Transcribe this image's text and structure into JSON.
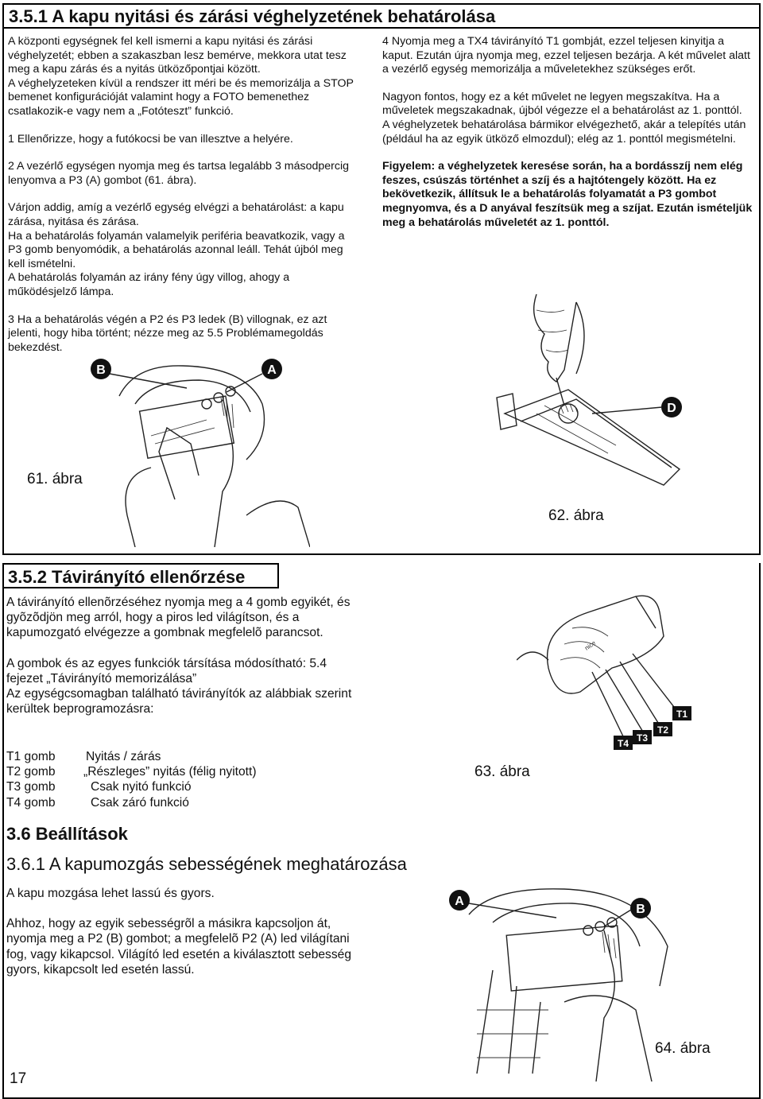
{
  "s351": {
    "title": "3.5.1 A kapu nyitási és zárási véghelyzetének behatárolása",
    "left": [
      "A központi egységnek fel kell ismerni a kapu nyitási és zárási véghelyzetét; ebben a szakaszban lesz bemérve, mekkora utat tesz meg a kapu zárás és a nyitás ütközőpontjai között.",
      "A véghelyzeteken kívül a rendszer itt méri be és memorizálja a STOP bemenet konfigurációját valamint hogy a FOTO bemenethez csatlakozik-e vagy nem a „Fotóteszt” funkció.",
      "1 Ellenőrizze, hogy a futókocsi be van illesztve a helyére.",
      "2 A vezérlő egységen nyomja meg és tartsa legalább 3 másodpercig lenyomva a P3 (A) gombot (61. ábra).",
      "Várjon addig, amíg a vezérlő egység elvégzi a behatárolást: a kapu zárása, nyitása és zárása.",
      "Ha a behatárolás folyamán valamelyik periféria beavatkozik, vagy a P3 gomb benyomódik, a behatárolás azonnal leáll. Tehát újból meg kell ismételni.",
      "A behatárolás folyamán az irány fény úgy villog, ahogy a működésjelző lámpa.",
      "3 Ha a behatárolás végén a P2 és P3 ledek (B) villognak, ez azt jelenti, hogy hiba történt; nézze meg az 5.5 Problémamegoldás bekezdést."
    ],
    "right": [
      "4 Nyomja meg a TX4 távirányító T1 gombját, ezzel teljesen kinyitja a kaput. Ezután újra nyomja meg, ezzel teljesen bezárja. A két művelet alatt a vezérlő egység memorizálja a műveletekhez szükséges erőt.",
      "Nagyon fontos, hogy ez a két művelet ne legyen megszakítva. Ha a műveletek megszakadnak, újból végezze el a behatárolást az 1. ponttól.",
      "A véghelyzetek behatárolása bármikor elvégezhető, akár a telepítés után (például ha az egyik ütköző elmozdul); elég az 1. ponttól megismételni.",
      "Figyelem: a véghelyzetek keresése során, ha a bordásszíj nem elég feszes, csúszás történhet a szíj és a hajtótengely között. Ha ez bekövetkezik, állítsuk le a behatárolás folyamatát a P3 gombot megnyomva, és a D anyával feszítsük meg a szíjat. Ezután ismételjük meg a behatárolás műveletét az 1. ponttól."
    ],
    "fig61": "61. ábra",
    "fig62": "62. ábra",
    "labels": {
      "b": "B",
      "a": "A",
      "d": "D"
    }
  },
  "s352": {
    "title": "3.5.2 Távirányító ellenőrzése",
    "p1": "A távirányító ellenõrzéséhez nyomja meg a 4 gomb egyikét, és gyõzõdjön meg arról, hogy a piros led világítson, és a kapumozgató elvégezze a gombnak megfelelõ parancsot.",
    "p2": "A gombok és az egyes funkciók társítása módosítható: 5.4 fejezet „Távirányító memorizálása”",
    "p3": "Az egységcsomagban található távirányítók az alábbiak szerint kerültek beprogramozásra:",
    "table": [
      {
        "key": "T1 gomb",
        "val": "Nyitás / zárás"
      },
      {
        "key": "T2 gomb",
        "val": "„Részleges” nyitás (félig nyitott)"
      },
      {
        "key": "T3 gomb",
        "val": "Csak nyitó funkció"
      },
      {
        "key": "T4 gomb",
        "val": "Csak záró funkció"
      }
    ],
    "fig63": "63. ábra",
    "labels": {
      "t1": "T1",
      "t2": "T2",
      "t3": "T3",
      "t4": "T4"
    }
  },
  "s36": {
    "title": "3.6 Beállítások",
    "sub": "3.6.1 A kapumozgás sebességének meghatározása",
    "p1": "A kapu mozgása lehet lassú és gyors.",
    "p2": "Ahhoz, hogy az egyik sebességrõl a másikra kapcsoljon át, nyomja meg a P2 (B) gombot; a megfelelõ P2 (A) led világítani fog, vagy kikapcsol. Világító led esetén a kiválasztott sebesség gyors, kikapcsolt led esetén lassú.",
    "fig64": "64. ábra",
    "labels": {
      "a": "A",
      "b": "B"
    }
  },
  "page_number": "17"
}
